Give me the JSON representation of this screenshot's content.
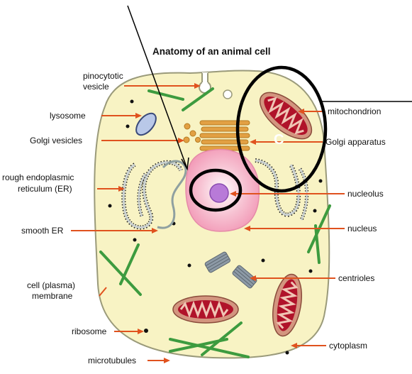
{
  "title": "Anatomy of an animal cell",
  "overlay_letter": "C",
  "labels": {
    "pinocytotic_1": "pinocytotic",
    "pinocytotic_2": "vesicle",
    "lysosome": "lysosome",
    "golgi_vesicles": "Golgi vesicles",
    "rough_er_1": "rough endoplasmic",
    "rough_er_2": "reticulum (ER)",
    "smooth_er": "smooth ER",
    "membrane_1": "cell (plasma)",
    "membrane_2": "membrane",
    "ribosome": "ribosome",
    "microtubules": "microtubules",
    "mitochondrion": "mitochondrion",
    "golgi_apparatus": "Golgi apparatus",
    "nucleolus": "nucleolus",
    "nucleus": "nucleus",
    "centrioles": "centrioles",
    "cytoplasm": "cytoplasm"
  },
  "colors": {
    "cell_fill": "#f8f3c4",
    "cell_outline": "#9a9a7a",
    "label_pointer": "#e0521e",
    "microtubule": "#3d9b3f",
    "mitochondrion_outer": "#d3957f",
    "mitochondrion_inner": "#b0132a",
    "golgi": "#e2a043",
    "nucleus": "#f4b4c8",
    "nucleolus": "#b87ad8",
    "lysosome": "#b9c8e8",
    "centriole": "#8d9aa6",
    "overlay_circle": "#000000"
  }
}
